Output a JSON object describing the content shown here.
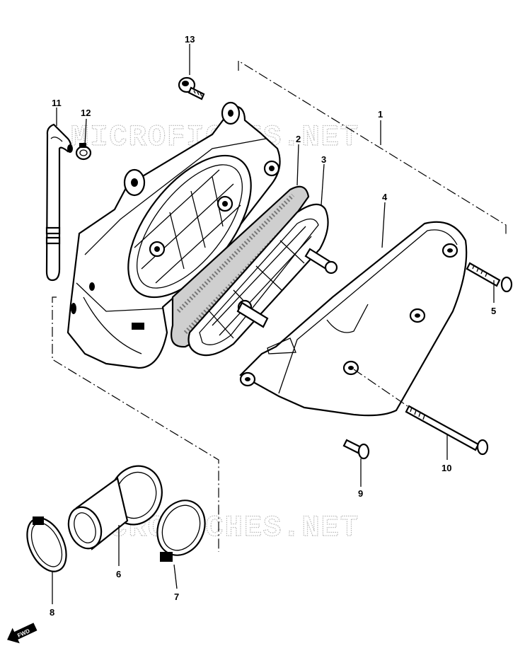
{
  "watermarks": [
    "MICROFICHES.NET",
    "MICROFICHES.NET"
  ],
  "fwd_label": "FWD",
  "callouts": {
    "n1": "1",
    "n2": "2",
    "n3": "3",
    "n4": "4",
    "n5": "5",
    "n6": "6",
    "n7": "7",
    "n8": "8",
    "n9": "9",
    "n10": "10",
    "n11": "11",
    "n12": "12",
    "n13": "13"
  }
}
